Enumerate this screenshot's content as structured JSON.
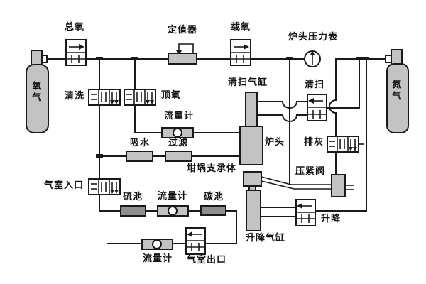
{
  "diagram": {
    "title_implicit": "气路系统原理图",
    "colors": {
      "line": "#1a1a1a",
      "fill": "#c3c3c3",
      "fill_dark": "#8f8f8f",
      "bg": "#ffffff"
    },
    "labels": {
      "total_oxygen": "总氧",
      "constant_value_device": "定值器",
      "carrier_oxygen": "载氧",
      "furnace_head_pressure_gauge": "炉头压力表",
      "oxygen_cylinder": "氧气",
      "nitrogen_cylinder": "氮气",
      "purge": "清洗",
      "top_oxygen": "顶氧",
      "flow_meter_1": "流量计",
      "sweep_cylinder": "清扫气缸",
      "sweep": "清扫",
      "furnace_head": "炉头",
      "water_absorber": "吸水",
      "filter": "过滤",
      "ash_discharge": "排灰",
      "gas_chamber_inlet": "气室入口",
      "sulfur_cell": "硫池",
      "flow_meter_2": "流量计",
      "carbon_cell": "碳池",
      "crucible_support": "坩埚支承体",
      "compression_valve": "压紧阀",
      "lift": "升降",
      "lift_cylinder": "升降气缸",
      "flow_meter_3": "流量计",
      "gas_chamber_outlet": "气室出口"
    }
  }
}
